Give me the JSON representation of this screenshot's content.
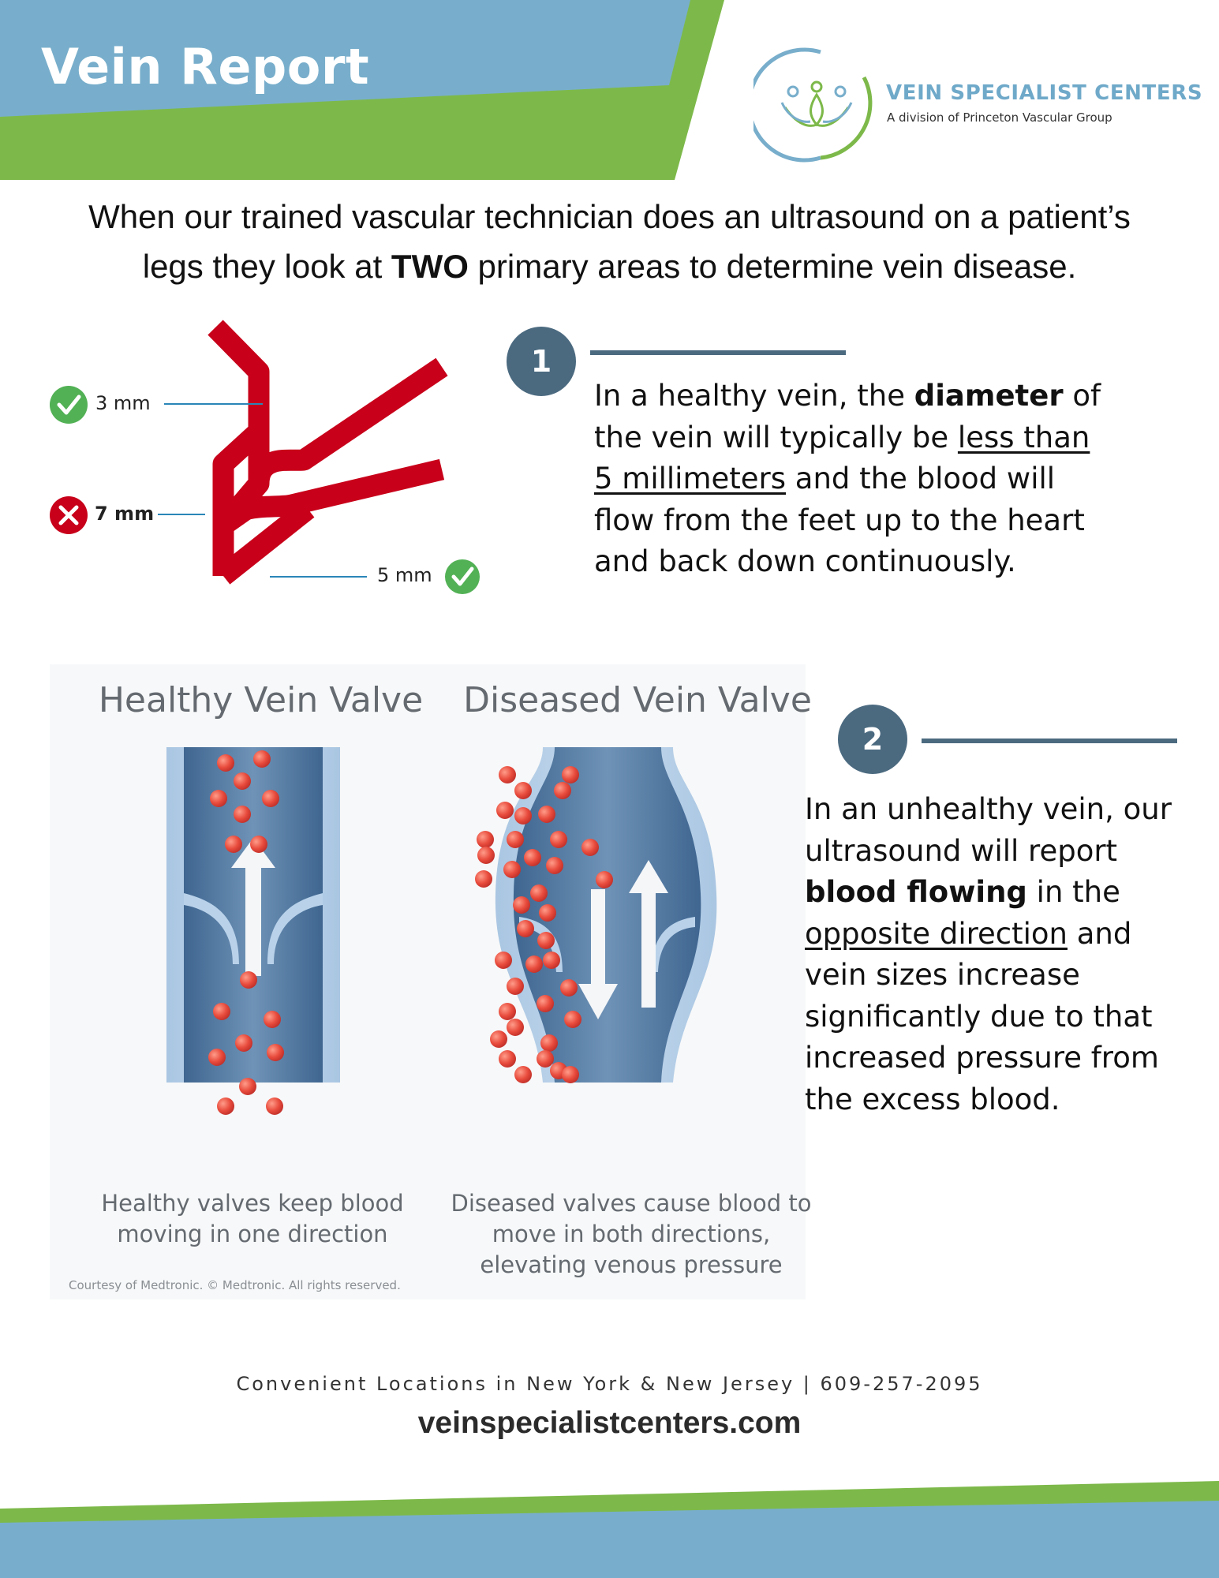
{
  "header": {
    "title": "Vein Report"
  },
  "brand": {
    "name": "VEIN SPECIALIST CENTERS",
    "subtitle": "A division of Princeton Vascular Group",
    "logo_icon": "lotus-figures-logo"
  },
  "intro": {
    "line1": "When our trained vascular technician does an ultrasound on a patient’s",
    "line2_pre": "legs they look at ",
    "line2_bold": "TWO",
    "line2_post": " primary areas to determine vein disease."
  },
  "diagram": {
    "labels": [
      {
        "text": "3 mm",
        "status": "ok",
        "icon": "check-icon"
      },
      {
        "text": "7 mm",
        "status": "bad",
        "icon": "x-icon"
      },
      {
        "text": "5 mm",
        "status": "ok",
        "icon": "check-icon"
      }
    ]
  },
  "step1": {
    "number": "1",
    "text_a": "In a healthy vein, the ",
    "text_bold": "diameter",
    "text_b": " of the vein will typically be ",
    "text_underline": "less than 5 millimeters",
    "text_c": " and the blood will flow from the feet up to the heart and back down continuously."
  },
  "step2": {
    "number": "2",
    "text_a": "In an unhealthy vein, our ultrasound will report ",
    "text_bold": "blood flowing",
    "text_b": " in the ",
    "text_underline": "opposite direction",
    "text_c": " and vein sizes increase significantly due to that increased pressure from the excess blood."
  },
  "valves": {
    "healthy_title": "Healthy Vein Valve",
    "diseased_title": "Diseased Vein Valve",
    "healthy_caption": "Healthy valves keep blood moving in one direction",
    "diseased_caption": "Diseased valves cause blood to move in both directions, elevating venous pressure",
    "credit": "Courtesy of Medtronic. © Medtronic. All rights reserved."
  },
  "footer": {
    "locations": "Convenient Locations in New York & New Jersey  |  609-257-2095",
    "website": "veinspecialistcenters.com"
  },
  "colors": {
    "blue": "#78aecb",
    "green": "#7db94a",
    "slate": "#4b6a80",
    "vein_red": "#c8001a"
  }
}
